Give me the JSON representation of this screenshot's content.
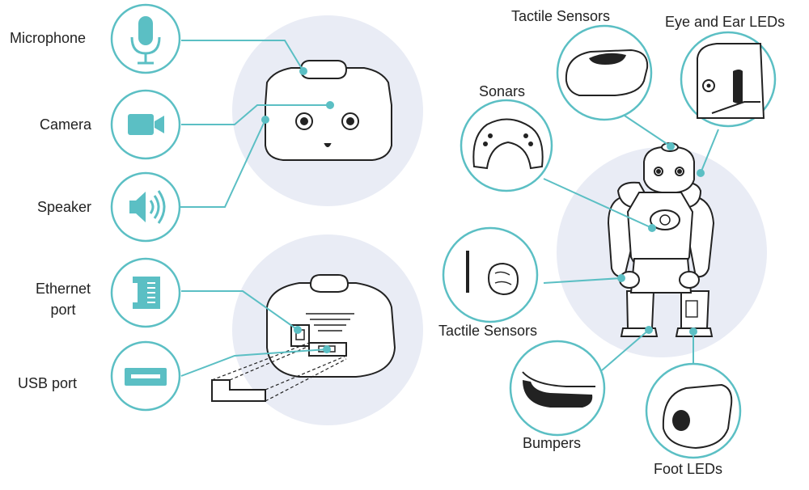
{
  "colors": {
    "accent": "#5bbfc4",
    "backdrop": "#e9ecf5",
    "outline": "#222222",
    "text": "#222222"
  },
  "left_labels": {
    "microphone": "Microphone",
    "camera": "Camera",
    "speaker": "Speaker",
    "ethernet_line1": "Ethernet",
    "ethernet_line2": "port",
    "usb": "USB port"
  },
  "right_labels": {
    "tactile_head": "Tactile Sensors",
    "eye_ear_leds": "Eye and Ear LEDs",
    "sonars": "Sonars",
    "tactile_hands": "Tactile Sensors",
    "bumpers": "Bumpers",
    "foot_leds": "Foot LEDs"
  },
  "icons": {
    "microphone": "microphone-icon",
    "camera": "video-camera-icon",
    "speaker": "speaker-icon",
    "ethernet": "ethernet-port-icon",
    "usb": "usb-port-icon"
  }
}
